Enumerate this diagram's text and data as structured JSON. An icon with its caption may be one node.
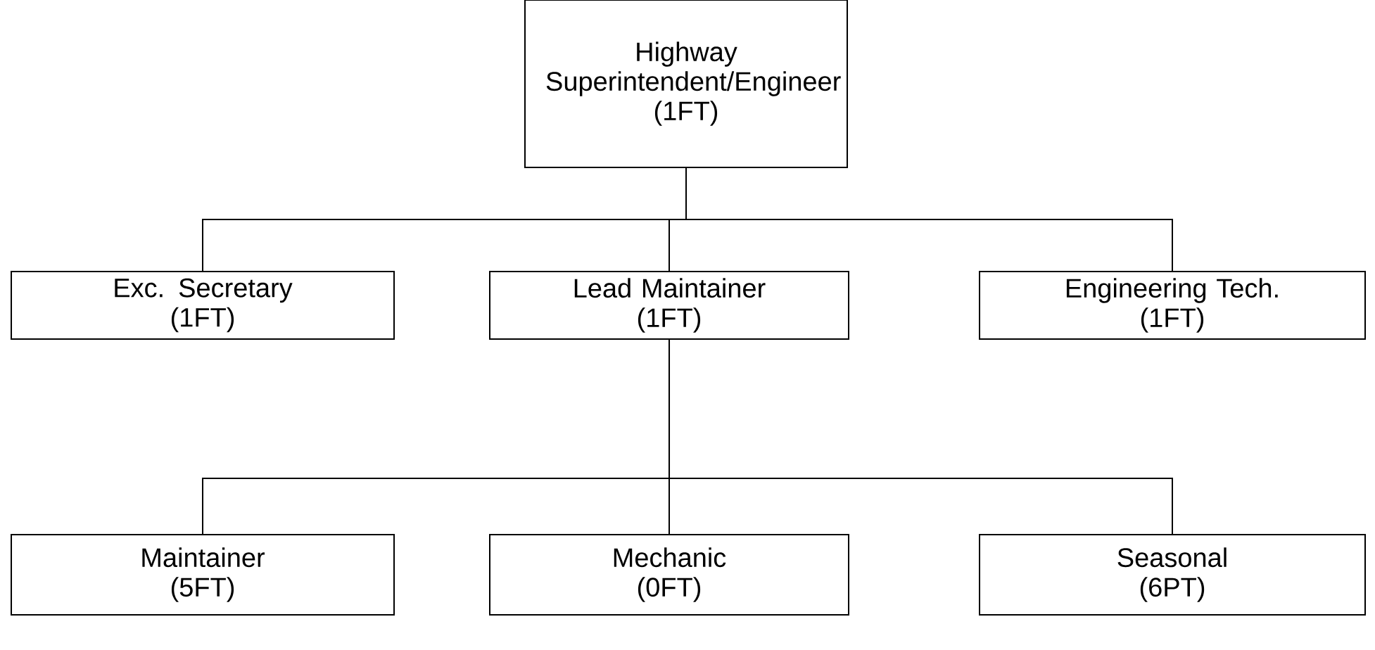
{
  "diagram": {
    "nodes": [
      {
        "text": [
          "Highway Superintendent/Engineer",
          "(1FT)"
        ]
      },
      {
        "text": [
          "Exc. Secretary",
          "(1FT)"
        ]
      },
      {
        "text": [
          "Lead Maintainer",
          "(1FT)"
        ]
      },
      {
        "text": [
          "Engineering Tech.",
          "(1FT)"
        ]
      },
      {
        "text": [
          "Maintainer",
          "(5FT)"
        ]
      },
      {
        "text": [
          "Mechanic",
          "(0FT)"
        ]
      },
      {
        "text": [
          "Seasonal",
          "(6PT)"
        ]
      }
    ],
    "edges": [
      {
        "from": 0,
        "to": 1,
        "arrow": "none"
      },
      {
        "from": 0,
        "to": 2,
        "arrow": "none"
      },
      {
        "from": 0,
        "to": 3,
        "arrow": "none"
      },
      {
        "from": 2,
        "to": 4,
        "arrow": "none"
      },
      {
        "from": 2,
        "to": 5,
        "arrow": "none"
      },
      {
        "from": 2,
        "to": 6,
        "arrow": "none"
      }
    ]
  }
}
